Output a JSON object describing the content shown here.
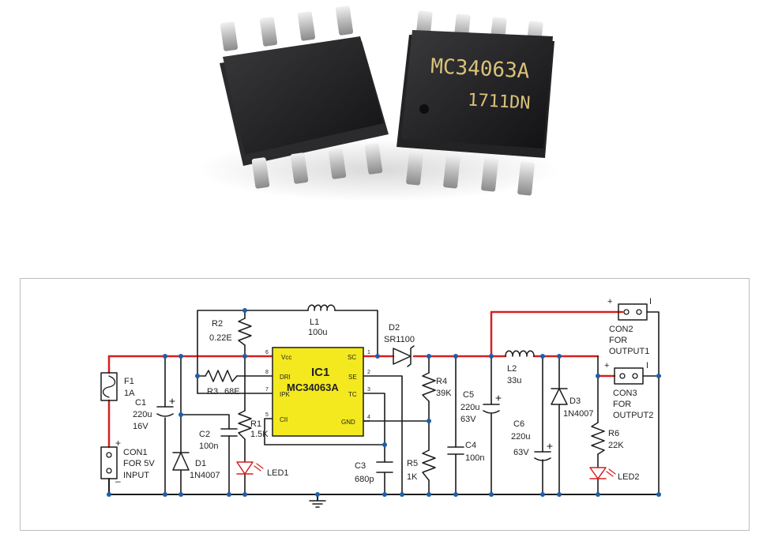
{
  "photo": {
    "chip_marking_line1": "MC34063A",
    "chip_marking_line2": "1711DN"
  },
  "schematic": {
    "colors": {
      "wire": "#1c1c1c",
      "power": "#d42020",
      "node": "#1f5fa8",
      "ic_fill": "#f4e91e"
    },
    "ic": {
      "ref": "IC1",
      "part": "MC34063A",
      "pins": {
        "vcc": "Vcc",
        "dri": "DRI",
        "ipk": "IPK",
        "cii": "CII",
        "sc": "SC",
        "se": "SE",
        "tc": "TC",
        "gnd": "GND"
      },
      "pin_numbers": {
        "vcc": "6",
        "dri": "8",
        "ipk": "7",
        "cii": "5",
        "sc": "1",
        "se": "2",
        "tc": "3",
        "gnd": "4"
      }
    },
    "l1": {
      "ref": "L1",
      "value": "100u"
    },
    "r2": {
      "ref": "R2",
      "value": "0.22E"
    },
    "d2": {
      "ref": "D2",
      "value": "SR1100"
    },
    "f1": {
      "ref": "F1",
      "value": "1A"
    },
    "r3": {
      "ref": "R3",
      "value": "68E"
    },
    "c1": {
      "ref": "C1",
      "value": "220u",
      "voltage": "16V"
    },
    "r1": {
      "ref": "R1",
      "value": "1.5K"
    },
    "c2": {
      "ref": "C2",
      "value": "100n"
    },
    "con1": {
      "ref": "CON1",
      "line2": "FOR 5V",
      "line3": "INPUT",
      "plus": "+",
      "minus": "–"
    },
    "d1": {
      "ref": "D1",
      "value": "1N4007"
    },
    "led1": {
      "ref": "LED1"
    },
    "c3": {
      "ref": "C3",
      "value": "680p"
    },
    "r4": {
      "ref": "R4",
      "value": "39K"
    },
    "r5": {
      "ref": "R5",
      "value": "1K"
    },
    "c5": {
      "ref": "C5",
      "value": "220u",
      "voltage": "63V"
    },
    "c4": {
      "ref": "C4",
      "value": "100n"
    },
    "l2": {
      "ref": "L2",
      "value": "33u"
    },
    "c6": {
      "ref": "C6",
      "value": "220u",
      "voltage": "63V"
    },
    "d3": {
      "ref": "D3",
      "value": "1N4007"
    },
    "r6": {
      "ref": "R6",
      "value": "22K"
    },
    "led2": {
      "ref": "LED2"
    },
    "con2": {
      "ref": "CON2",
      "line2": "FOR",
      "line3": "OUTPUT1",
      "plus": "+",
      "minus": "I"
    },
    "con3": {
      "ref": "CON3",
      "line2": "FOR",
      "line3": "OUTPUT2",
      "plus": "+",
      "minus": "I"
    }
  }
}
